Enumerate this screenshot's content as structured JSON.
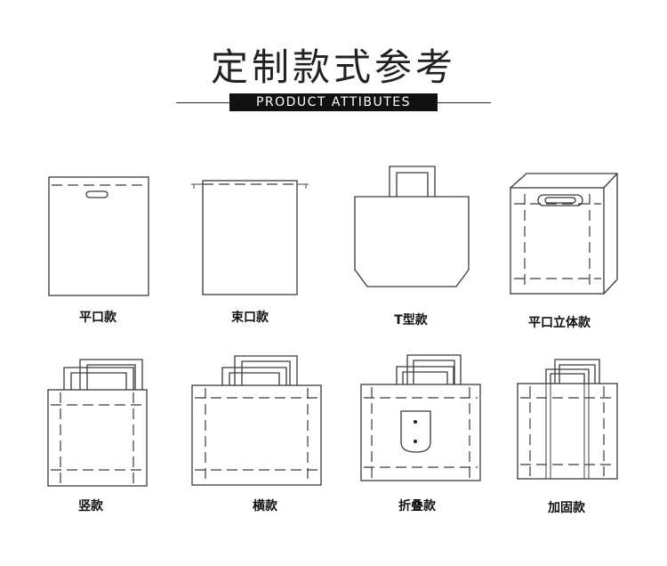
{
  "header": {
    "title": "定制款式参考",
    "subtitle": "PRODUCT  ATTIBUTES"
  },
  "styles": [
    {
      "label": "平口款"
    },
    {
      "label": "束口款"
    },
    {
      "label": "T型款"
    },
    {
      "label": "平口立体款"
    },
    {
      "label": "竖款"
    },
    {
      "label": "横款"
    },
    {
      "label": "折叠款"
    },
    {
      "label": "加固款"
    }
  ]
}
